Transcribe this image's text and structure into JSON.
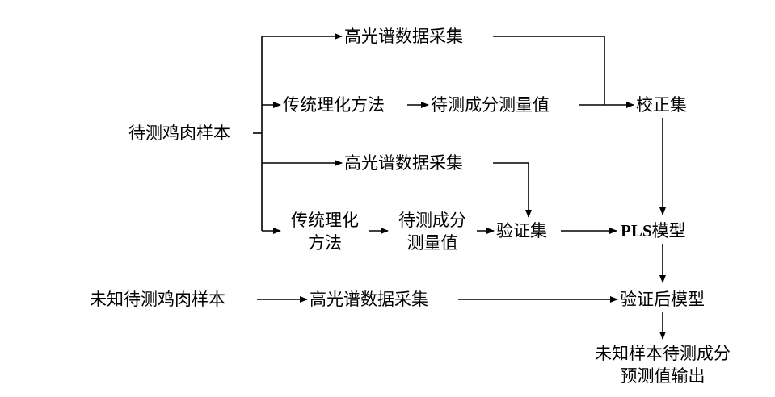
{
  "nodes": {
    "sample": "待测鸡肉样本",
    "hsi_1": "高光谱数据采集",
    "trad_1": "传统理化方法",
    "meas_1": "待测成分测量值",
    "calib_set": "校正集",
    "hsi_2": "高光谱数据采集",
    "trad_2_line1": "传统理化",
    "trad_2_line2": "方法",
    "meas_2_line1": "待测成分",
    "meas_2_line2": "测量值",
    "valid_set": "验证集",
    "pls_prefix": "PLS",
    "pls_suffix": "模型",
    "unknown_sample": "未知待测鸡肉样本",
    "hsi_3": "高光谱数据采集",
    "validated_model": "验证后模型",
    "output_line1": "未知样本待测成分",
    "output_line2": "预测值输出"
  },
  "colors": {
    "stroke": "#000000",
    "text": "#000000",
    "background": "#ffffff"
  }
}
